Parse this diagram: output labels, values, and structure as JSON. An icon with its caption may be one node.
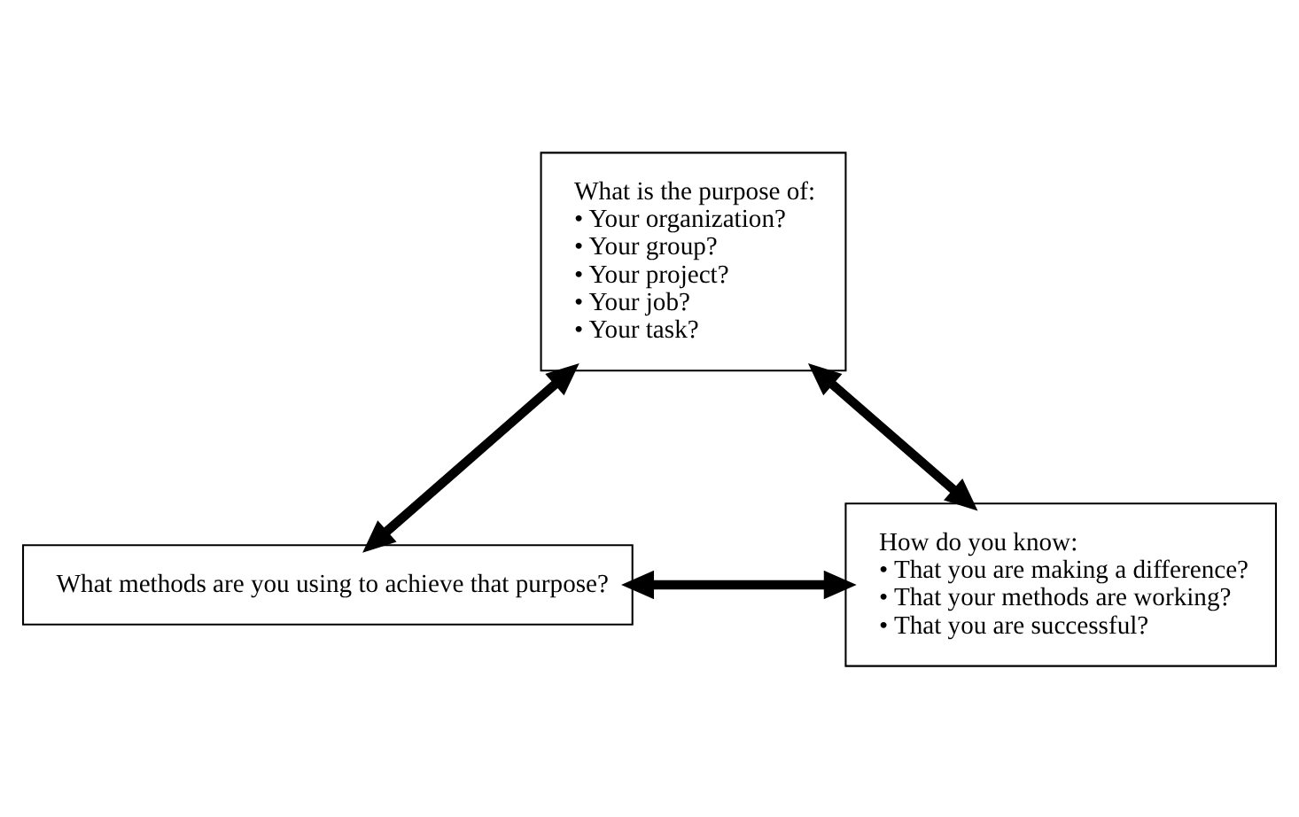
{
  "diagram": {
    "nodes": [
      {
        "text": [
          "What is the purpose of:",
          "• Your organization?",
          "• Your group?",
          "• Your project?",
          "• Your job?",
          "• Your task?"
        ]
      },
      {
        "text": [
          "What methods are you using to achieve that purpose?"
        ]
      },
      {
        "text": [
          "How do you know:",
          "• That you are making a difference?",
          "• That your methods are working?",
          "• That you are successful?"
        ]
      }
    ],
    "edges": [
      {
        "from": 0,
        "to": 1,
        "arrow": "both"
      },
      {
        "from": 0,
        "to": 2,
        "arrow": "both"
      },
      {
        "from": 1,
        "to": 2,
        "arrow": "both"
      }
    ]
  }
}
